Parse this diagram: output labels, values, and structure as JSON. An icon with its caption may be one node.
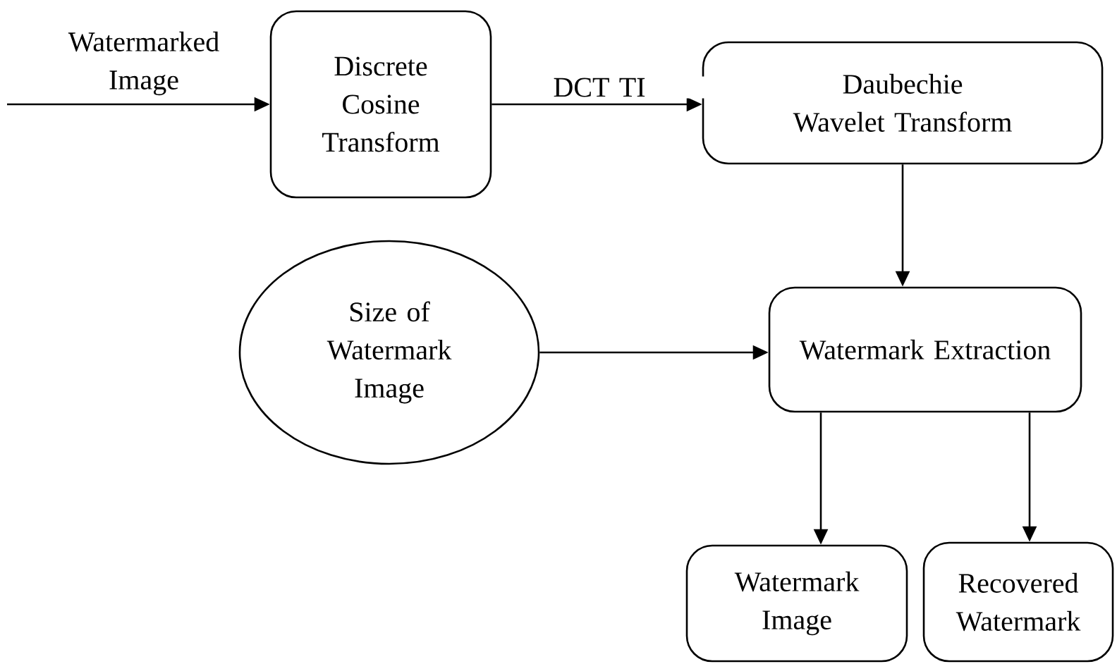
{
  "diagram": {
    "nodes": [
      {
        "text": [
          "Discrete Cosine Transform"
        ]
      },
      {
        "text": [
          "Daubechie Wavelet Transform"
        ]
      },
      {
        "text": [
          "Size of Watermark Image"
        ]
      },
      {
        "text": [
          "Watermark Extraction"
        ]
      },
      {
        "text": [
          "Watermark Image"
        ]
      },
      {
        "text": [
          "Recovered Watermark"
        ]
      }
    ],
    "edges": [
      {
        "from": null,
        "to": 0,
        "arrow": "to",
        "label": "Watermarked Image"
      },
      {
        "from": 0,
        "to": 1,
        "arrow": "to",
        "label": "DCT TI"
      },
      {
        "from": 1,
        "to": 3,
        "arrow": "to"
      },
      {
        "from": 2,
        "to": 3,
        "arrow": "to"
      },
      {
        "from": 3,
        "to": 4,
        "arrow": "to"
      },
      {
        "from": 3,
        "to": 5,
        "arrow": "to"
      }
    ]
  }
}
